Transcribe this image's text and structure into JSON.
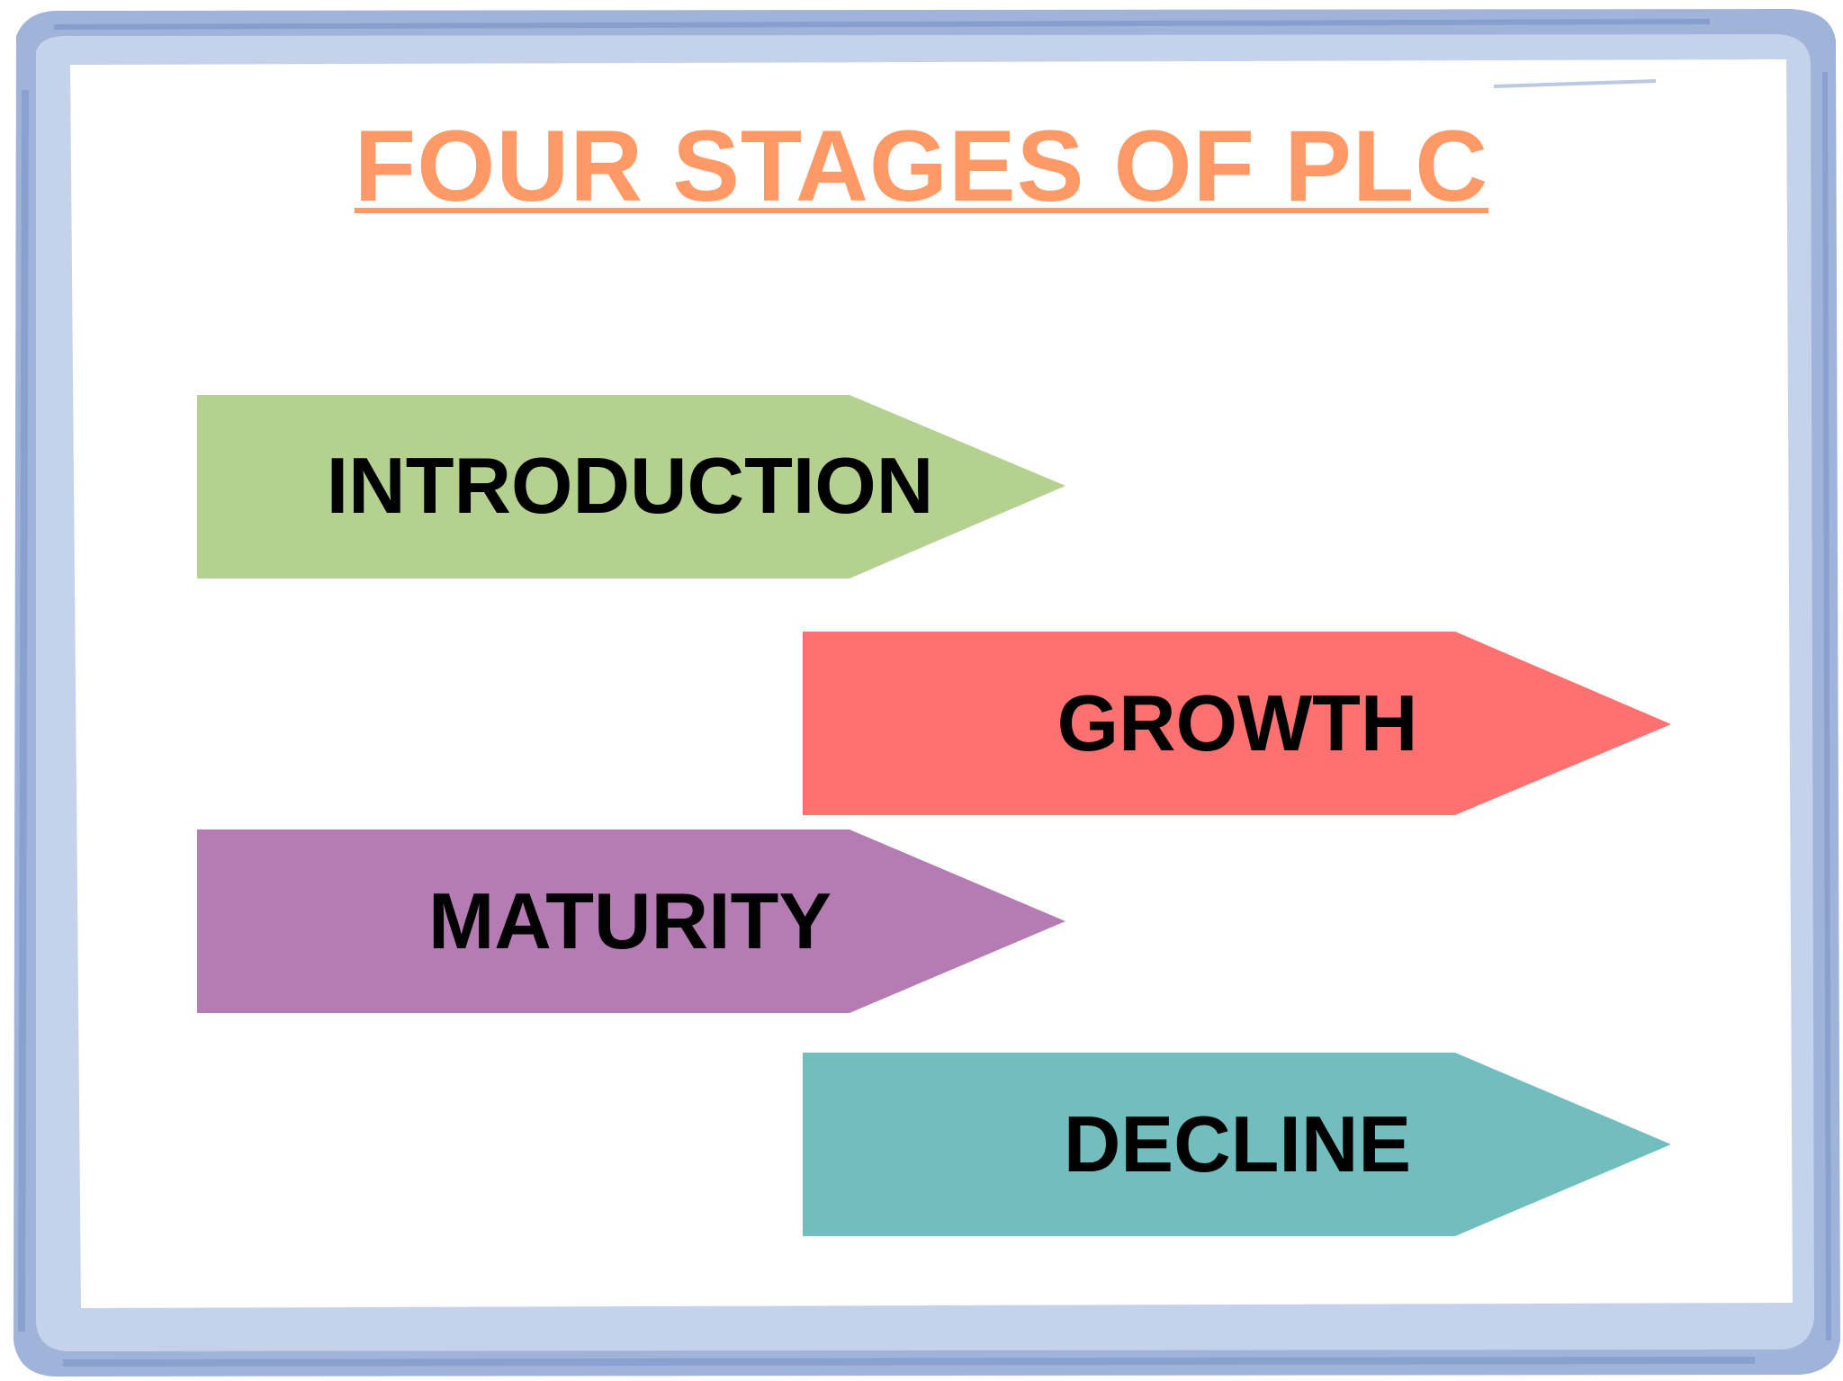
{
  "title": "FOUR STAGES OF PLC",
  "colors": {
    "title": "#FF9966",
    "frame_outer": "#8FA6D2",
    "frame_inner": "#C9D5EC",
    "introduction": "#B5D18F",
    "growth": "#FF7070",
    "maturity": "#B47CB2",
    "decline": "#72BEBE"
  },
  "stages": [
    {
      "label": "INTRODUCTION",
      "color_key": "introduction"
    },
    {
      "label": "GROWTH",
      "color_key": "growth"
    },
    {
      "label": "MATURITY",
      "color_key": "maturity"
    },
    {
      "label": "DECLINE",
      "color_key": "decline"
    }
  ]
}
